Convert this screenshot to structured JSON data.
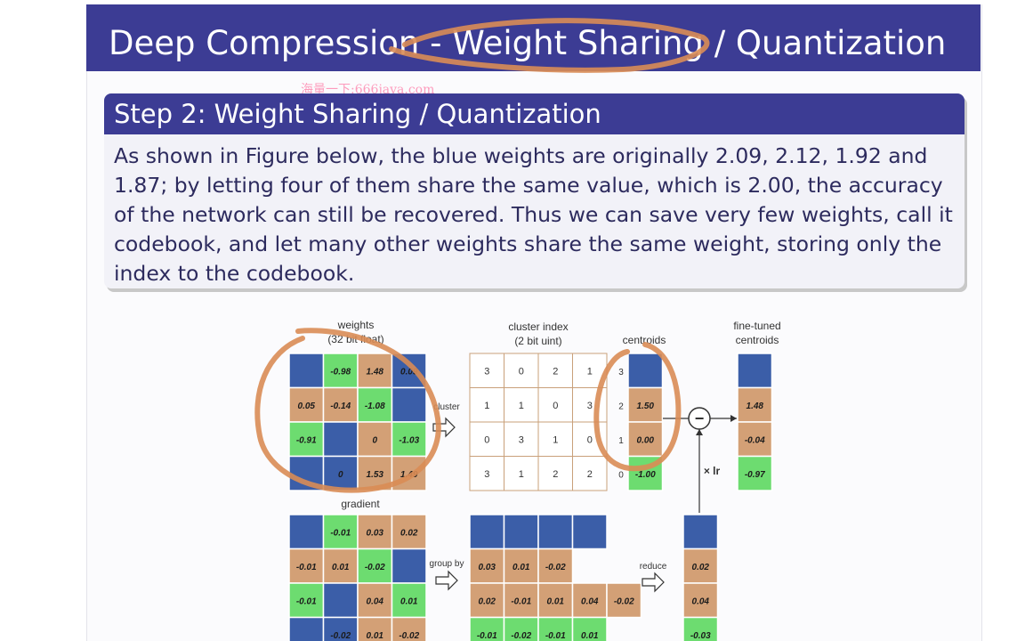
{
  "slide": {
    "title": "Deep Compression - Weight Sharing / Quantization",
    "watermark": "海量一下:666java.com",
    "block_title": "Step 2: Weight Sharing / Quantization",
    "block_text": "As shown in Figure below, the blue weights are originally 2.09, 2.12, 1.92 and 1.87; by letting four of them share the same value, which is 2.00, the accuracy of the network can still be recovered. Thus we can save very few weights, call it codebook, and let many other weights share the same weight, storing only the index to the codebook."
  },
  "figure": {
    "weights_label": [
      "weights",
      "(32 bit float)"
    ],
    "cluster_label": [
      "cluster index",
      "(2 bit uint)"
    ],
    "centroids_label": "centroids",
    "finetuned_label": [
      "fine-tuned",
      "centroids"
    ],
    "gradient_label": "gradient",
    "arrow_cluster": "cluster",
    "arrow_groupby": "group by",
    "arrow_reduce": "reduce",
    "lr_label": "× lr",
    "minus_symbol": "−",
    "colors": {
      "blue": "#3b5ea8",
      "orange": "#d3a076",
      "green": "#6ddc70",
      "annotation": "#d98c55"
    },
    "weights": [
      [
        {
          "c": "blue",
          "v": ""
        },
        {
          "c": "green",
          "v": "-0.98"
        },
        {
          "c": "orange",
          "v": "1.48"
        },
        {
          "c": "blue",
          "v": "0.09"
        }
      ],
      [
        {
          "c": "orange",
          "v": "0.05"
        },
        {
          "c": "orange",
          "v": "-0.14"
        },
        {
          "c": "green",
          "v": "-1.08"
        },
        {
          "c": "blue",
          "v": ""
        }
      ],
      [
        {
          "c": "green",
          "v": "-0.91"
        },
        {
          "c": "blue",
          "v": ""
        },
        {
          "c": "orange",
          "v": "0"
        },
        {
          "c": "green",
          "v": "-1.03"
        }
      ],
      [
        {
          "c": "blue",
          "v": ""
        },
        {
          "c": "blue",
          "v": "0"
        },
        {
          "c": "orange",
          "v": "1.53"
        },
        {
          "c": "orange",
          "v": "1.49"
        }
      ]
    ],
    "cluster_index": [
      [
        "3",
        "0",
        "2",
        "1"
      ],
      [
        "1",
        "1",
        "0",
        "3"
      ],
      [
        "0",
        "3",
        "1",
        "0"
      ],
      [
        "3",
        "1",
        "2",
        "2"
      ]
    ],
    "centroids": [
      {
        "idx": "3",
        "c": "blue",
        "v": ""
      },
      {
        "idx": "2",
        "c": "orange",
        "v": "1.50"
      },
      {
        "idx": "1",
        "c": "orange",
        "v": "0.00"
      },
      {
        "idx": "0",
        "c": "green",
        "v": "-1.00"
      }
    ],
    "finetuned": [
      {
        "c": "blue",
        "v": ""
      },
      {
        "c": "orange",
        "v": "1.48"
      },
      {
        "c": "orange",
        "v": "-0.04"
      },
      {
        "c": "green",
        "v": "-0.97"
      }
    ],
    "gradient": [
      [
        {
          "c": "blue",
          "v": ""
        },
        {
          "c": "green",
          "v": "-0.01"
        },
        {
          "c": "orange",
          "v": "0.03"
        },
        {
          "c": "orange",
          "v": "0.02"
        }
      ],
      [
        {
          "c": "orange",
          "v": "-0.01"
        },
        {
          "c": "orange",
          "v": "0.01"
        },
        {
          "c": "green",
          "v": "-0.02"
        },
        {
          "c": "blue",
          "v": ""
        }
      ],
      [
        {
          "c": "green",
          "v": "-0.01"
        },
        {
          "c": "blue",
          "v": ""
        },
        {
          "c": "orange",
          "v": "0.04"
        },
        {
          "c": "green",
          "v": "0.01"
        }
      ],
      [
        {
          "c": "blue",
          "v": ""
        },
        {
          "c": "blue",
          "v": "-0.02"
        },
        {
          "c": "orange",
          "v": "0.01"
        },
        {
          "c": "orange",
          "v": "-0.02"
        }
      ]
    ],
    "grouped": [
      [
        {
          "c": "blue",
          "v": ""
        },
        {
          "c": "blue",
          "v": ""
        },
        {
          "c": "blue",
          "v": ""
        },
        {
          "c": "blue",
          "v": ""
        }
      ],
      [
        {
          "c": "orange",
          "v": "0.03"
        },
        {
          "c": "orange",
          "v": "0.01"
        },
        {
          "c": "orange",
          "v": "-0.02"
        }
      ],
      [
        {
          "c": "orange",
          "v": "0.02"
        },
        {
          "c": "orange",
          "v": "-0.01"
        },
        {
          "c": "orange",
          "v": "0.01"
        },
        {
          "c": "orange",
          "v": "0.04"
        },
        {
          "c": "orange",
          "v": "-0.02"
        }
      ],
      [
        {
          "c": "green",
          "v": "-0.01"
        },
        {
          "c": "green",
          "v": "-0.02"
        },
        {
          "c": "green",
          "v": "-0.01"
        },
        {
          "c": "green",
          "v": "0.01"
        }
      ]
    ],
    "reduced": [
      {
        "c": "blue",
        "v": ""
      },
      {
        "c": "orange",
        "v": "0.02"
      },
      {
        "c": "orange",
        "v": "0.04"
      },
      {
        "c": "green",
        "v": "-0.03"
      }
    ]
  }
}
